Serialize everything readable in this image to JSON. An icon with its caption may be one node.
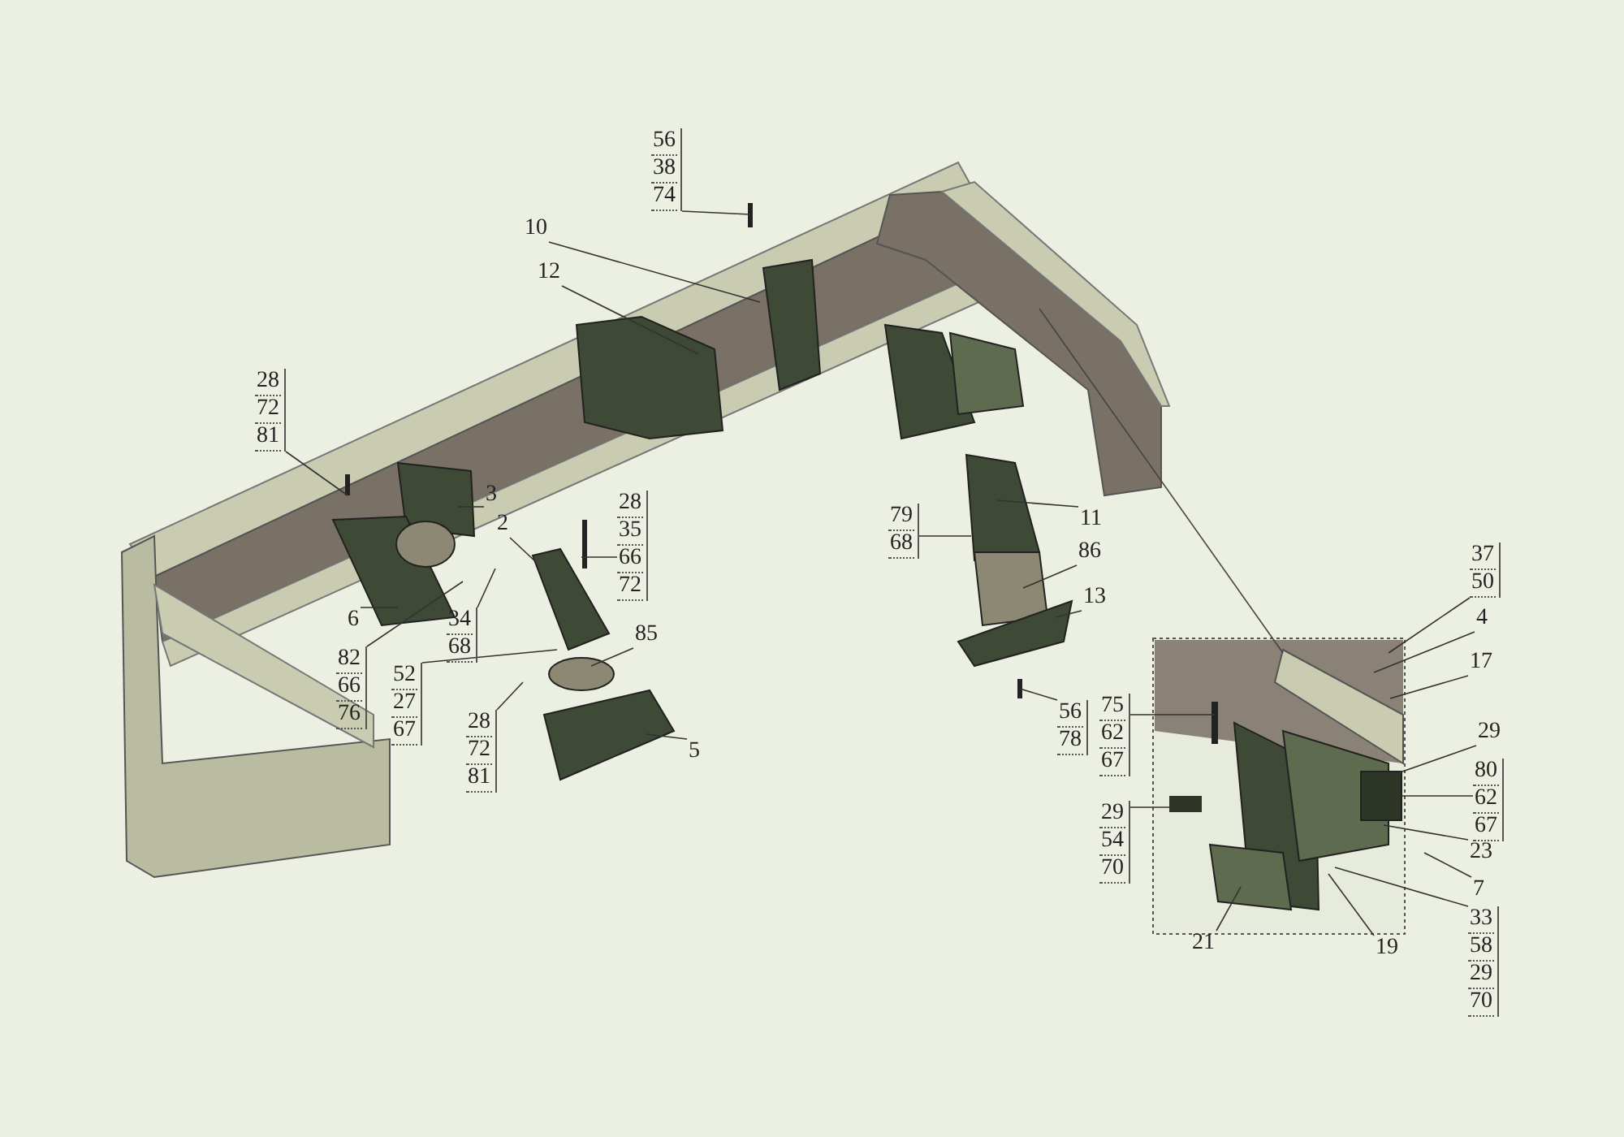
{
  "diagram": {
    "nodes": [
      {
        "text": [
          "56",
          "38",
          "74"
        ]
      },
      {
        "text": [
          "10"
        ]
      },
      {
        "text": [
          "12"
        ]
      },
      {
        "text": [
          "28",
          "72",
          "81"
        ]
      },
      {
        "text": [
          "3"
        ]
      },
      {
        "text": [
          "2"
        ]
      },
      {
        "text": [
          "28",
          "35",
          "66",
          "72"
        ]
      },
      {
        "text": [
          "79",
          "68"
        ]
      },
      {
        "text": [
          "11"
        ]
      },
      {
        "text": [
          "86"
        ]
      },
      {
        "text": [
          "13"
        ]
      },
      {
        "text": [
          "6"
        ]
      },
      {
        "text": [
          "34",
          "68"
        ]
      },
      {
        "text": [
          "82",
          "66",
          "76"
        ]
      },
      {
        "text": [
          "85"
        ]
      },
      {
        "text": [
          "52",
          "27",
          "67"
        ]
      },
      {
        "text": [
          "28",
          "72",
          "81"
        ]
      },
      {
        "text": [
          "5"
        ]
      },
      {
        "text": [
          "56",
          "78"
        ]
      },
      {
        "text": [
          "37",
          "50"
        ]
      },
      {
        "text": [
          "4"
        ]
      },
      {
        "text": [
          "17"
        ]
      },
      {
        "text": [
          "75",
          "62",
          "67"
        ]
      },
      {
        "text": [
          "29"
        ]
      },
      {
        "text": [
          "80",
          "62",
          "67"
        ]
      },
      {
        "text": [
          "29",
          "54",
          "70"
        ]
      },
      {
        "text": [
          "23"
        ]
      },
      {
        "text": [
          "7"
        ]
      },
      {
        "text": [
          "33",
          "58",
          "29",
          "70"
        ]
      },
      {
        "text": [
          "19"
        ]
      },
      {
        "text": [
          "21"
        ]
      }
    ],
    "edges": [
      {
        "from": 0,
        "to": null,
        "arrow": "none"
      },
      {
        "from": 1,
        "to": null,
        "arrow": "none"
      },
      {
        "from": 2,
        "to": null,
        "arrow": "none"
      },
      {
        "from": 3,
        "to": null,
        "arrow": "none"
      },
      {
        "from": 4,
        "to": null,
        "arrow": "none"
      },
      {
        "from": 5,
        "to": null,
        "arrow": "none"
      },
      {
        "from": 6,
        "to": null,
        "arrow": "none"
      },
      {
        "from": 7,
        "to": null,
        "arrow": "none"
      },
      {
        "from": 8,
        "to": null,
        "arrow": "none"
      },
      {
        "from": 9,
        "to": null,
        "arrow": "none"
      },
      {
        "from": 10,
        "to": null,
        "arrow": "none"
      },
      {
        "from": 11,
        "to": null,
        "arrow": "none"
      },
      {
        "from": 12,
        "to": null,
        "arrow": "none"
      },
      {
        "from": 13,
        "to": null,
        "arrow": "none"
      },
      {
        "from": 14,
        "to": null,
        "arrow": "none"
      },
      {
        "from": 15,
        "to": null,
        "arrow": "none"
      },
      {
        "from": 16,
        "to": null,
        "arrow": "none"
      },
      {
        "from": 17,
        "to": null,
        "arrow": "none"
      },
      {
        "from": 18,
        "to": null,
        "arrow": "none"
      },
      {
        "from": 19,
        "to": null,
        "arrow": "none"
      },
      {
        "from": 20,
        "to": null,
        "arrow": "none"
      },
      {
        "from": 21,
        "to": null,
        "arrow": "none"
      },
      {
        "from": 22,
        "to": null,
        "arrow": "none"
      },
      {
        "from": 23,
        "to": null,
        "arrow": "none"
      },
      {
        "from": 24,
        "to": null,
        "arrow": "none"
      },
      {
        "from": 25,
        "to": null,
        "arrow": "none"
      },
      {
        "from": 26,
        "to": null,
        "arrow": "none"
      },
      {
        "from": 27,
        "to": null,
        "arrow": "none"
      },
      {
        "from": 28,
        "to": null,
        "arrow": "none"
      },
      {
        "from": 29,
        "to": null,
        "arrow": "none"
      },
      {
        "from": 30,
        "to": null,
        "arrow": "none"
      }
    ]
  }
}
